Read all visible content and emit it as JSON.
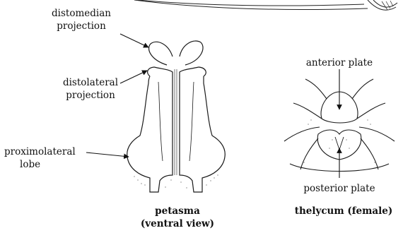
{
  "labels": {
    "distomedian": [
      "distomedian",
      "projection"
    ],
    "distolateral": [
      "distolateral",
      "projection"
    ],
    "proximolateral": [
      "proximolateral",
      "lobe"
    ],
    "anterior": "anterior plate",
    "posterior": "posterior plate"
  },
  "captions": {
    "petasma": [
      "petasma",
      "(ventral view)"
    ],
    "thelycum": "thelycum (female)"
  }
}
